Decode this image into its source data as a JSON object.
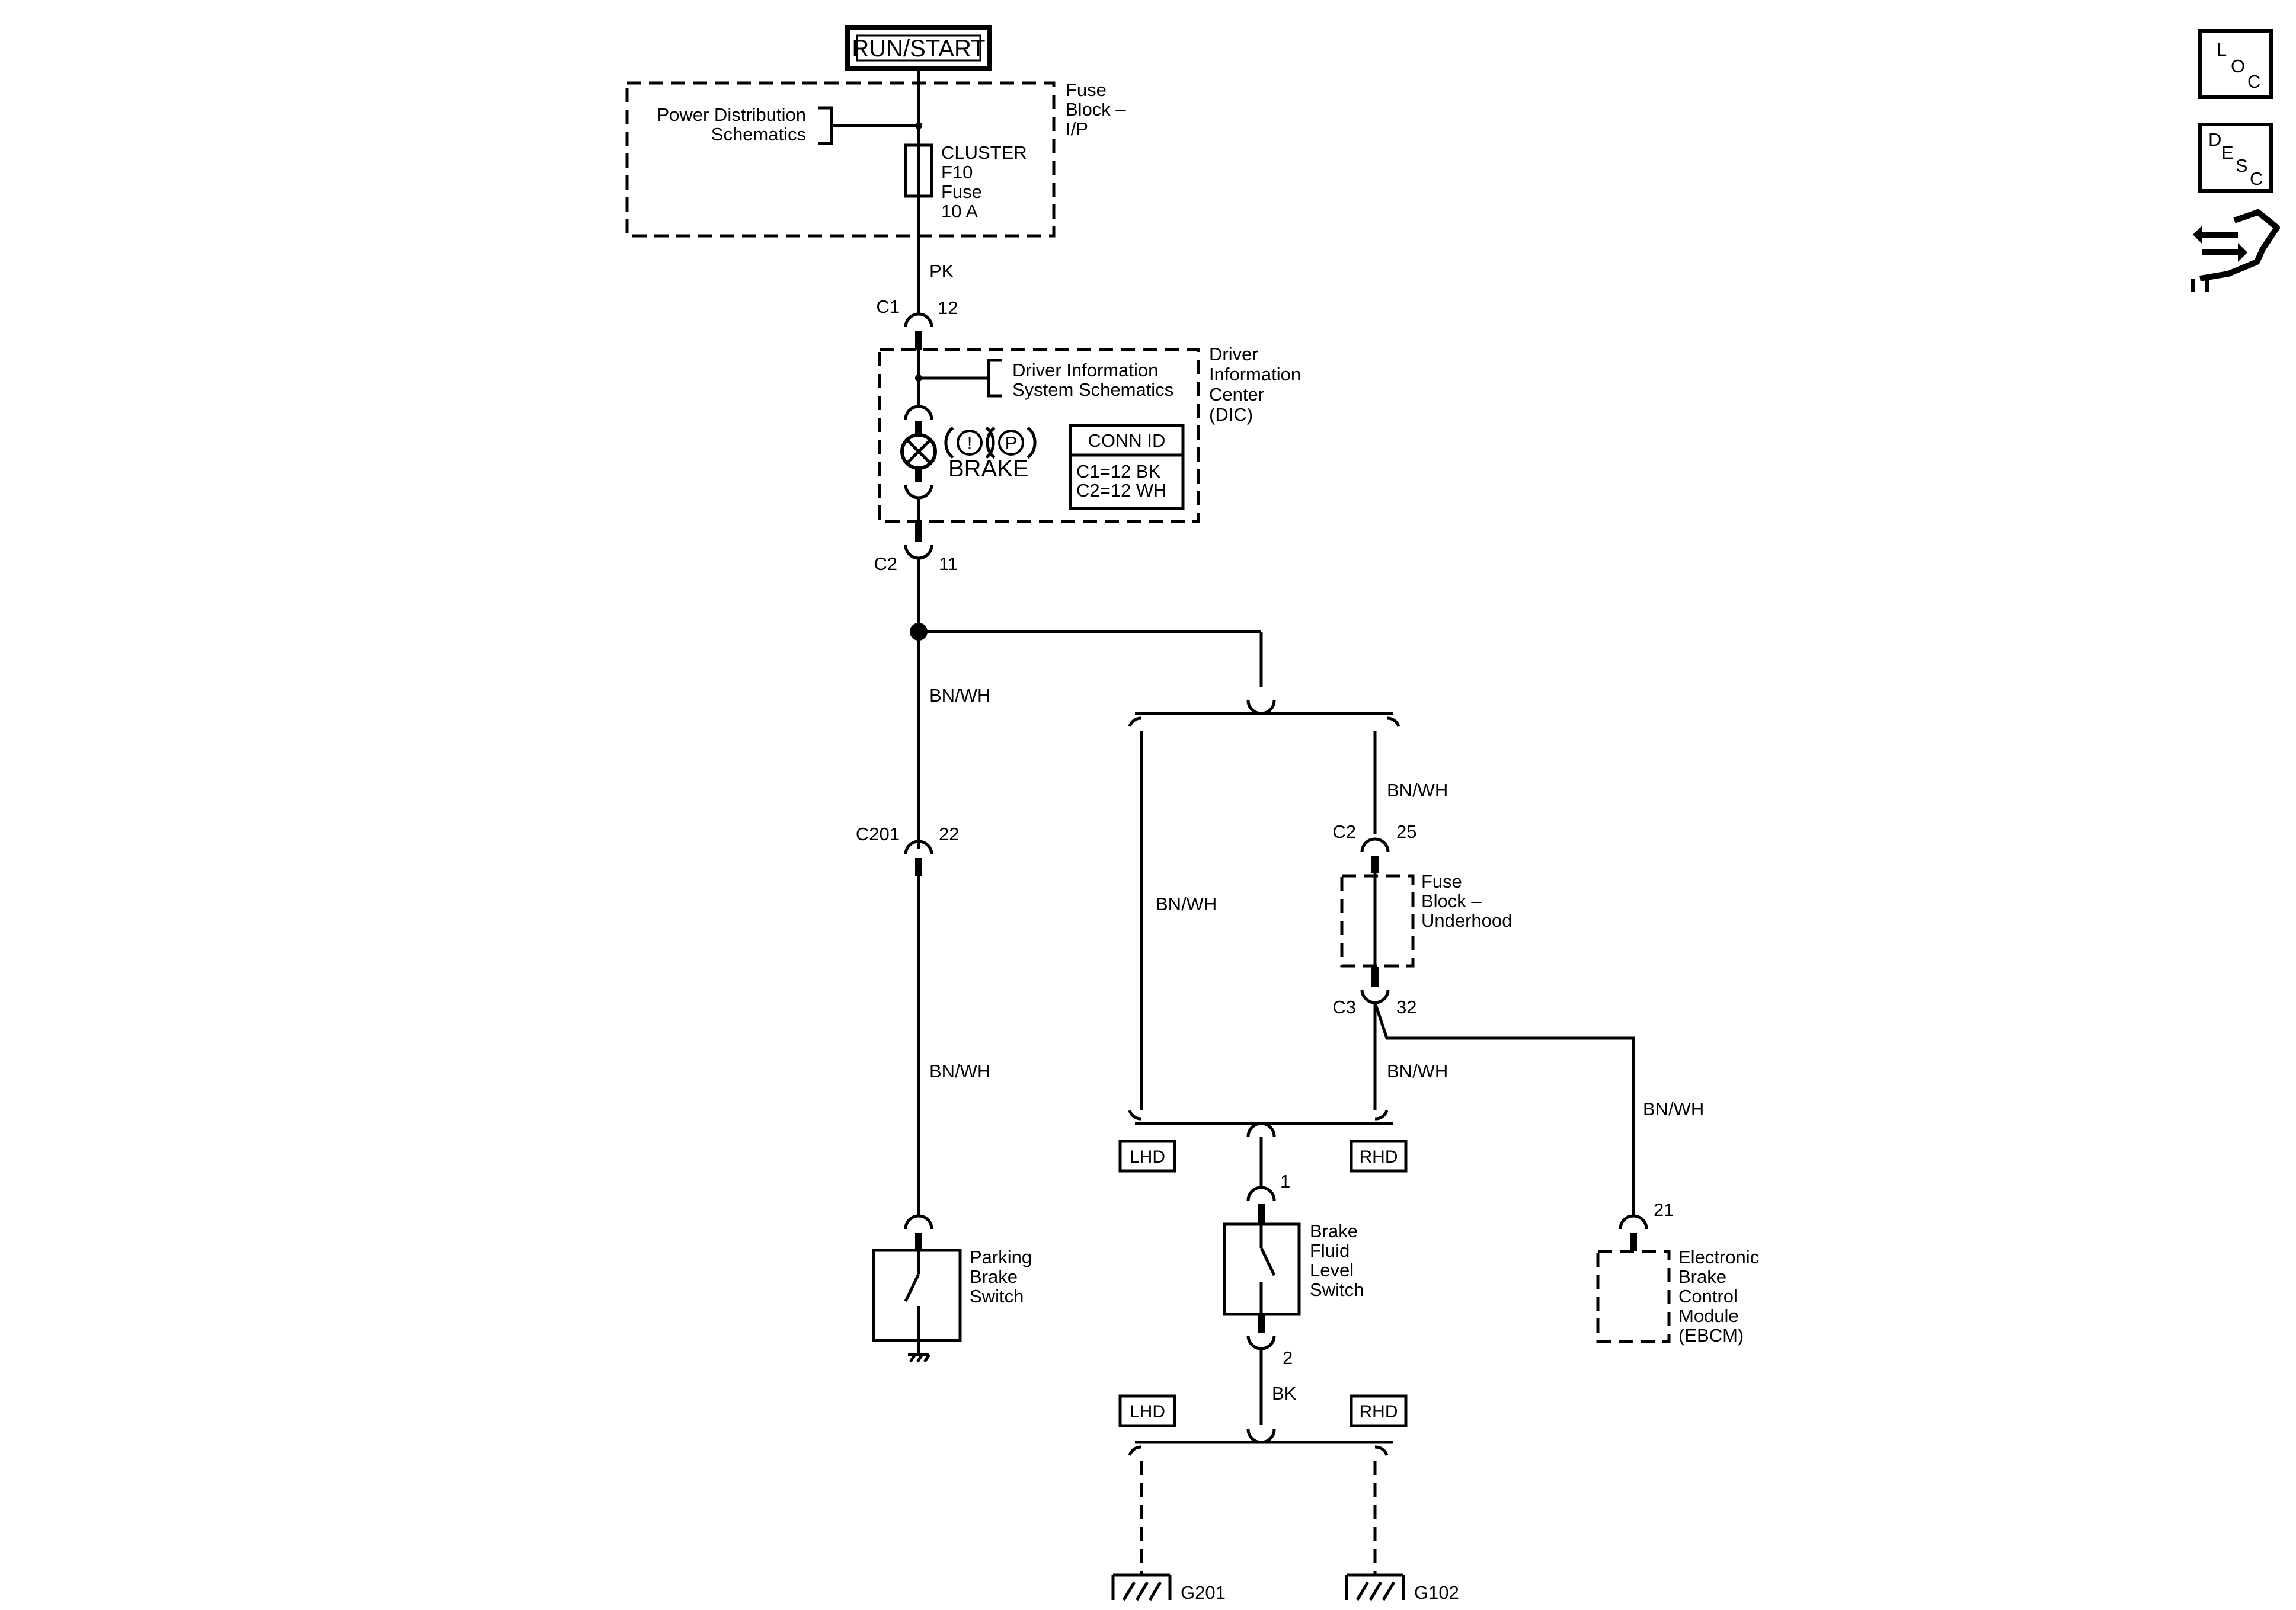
{
  "power_source": "RUN/START",
  "fuse_block_ip": {
    "label_lines": [
      "Fuse",
      "Block –",
      "I/P"
    ],
    "ref_lines": [
      "Power Distribution",
      "Schematics"
    ],
    "fuse_lines": [
      "CLUSTER",
      "F10",
      "Fuse",
      "10 A"
    ]
  },
  "wire_pk": "PK",
  "c1": {
    "name": "C1",
    "pin": "12"
  },
  "dic": {
    "label_lines": [
      "Driver",
      "Information",
      "Center",
      "(DIC)"
    ],
    "ref_lines": [
      "Driver Information",
      "System Schematics"
    ],
    "lamp_text": "BRAKE",
    "lamp_symbols": [
      "!",
      "P"
    ],
    "conn_id_title": "CONN ID",
    "conn_id_lines": [
      "C1=12 BK",
      "C2=12 WH"
    ]
  },
  "c2_dic": {
    "name": "C2",
    "pin": "11"
  },
  "wires": {
    "main_upper": "BN/WH",
    "main_lower": "BN/WH",
    "lhd_branch": "BN/WH",
    "rhd_upper": "BN/WH",
    "rhd_lower": "BN/WH",
    "ebcm": "BN/WH",
    "ground": "BK"
  },
  "c201": {
    "name": "C201",
    "pin": "22"
  },
  "parking_brake_switch": {
    "label_lines": [
      "Parking",
      "Brake",
      "Switch"
    ]
  },
  "c2_fuse": {
    "name": "C2",
    "pin": "25"
  },
  "fuse_block_underhood": {
    "label_lines": [
      "Fuse",
      "Block –",
      "Underhood"
    ]
  },
  "c3": {
    "name": "C3",
    "pin": "32"
  },
  "options": {
    "lhd": "LHD",
    "rhd": "RHD"
  },
  "brake_fluid_switch": {
    "label_lines": [
      "Brake",
      "Fluid",
      "Level",
      "Switch"
    ],
    "pin_top": "1",
    "pin_bottom": "2"
  },
  "ebcm": {
    "pin": "21",
    "label_lines": [
      "Electronic",
      "Brake",
      "Control",
      "Module",
      "(EBCM)"
    ]
  },
  "grounds": [
    "G201",
    "G102"
  ],
  "side_icons": {
    "loc": [
      "L",
      "O",
      "C"
    ],
    "desc": [
      "D",
      "E",
      "S",
      "C"
    ],
    "tool_icon": "wrench-arrows-icon"
  }
}
